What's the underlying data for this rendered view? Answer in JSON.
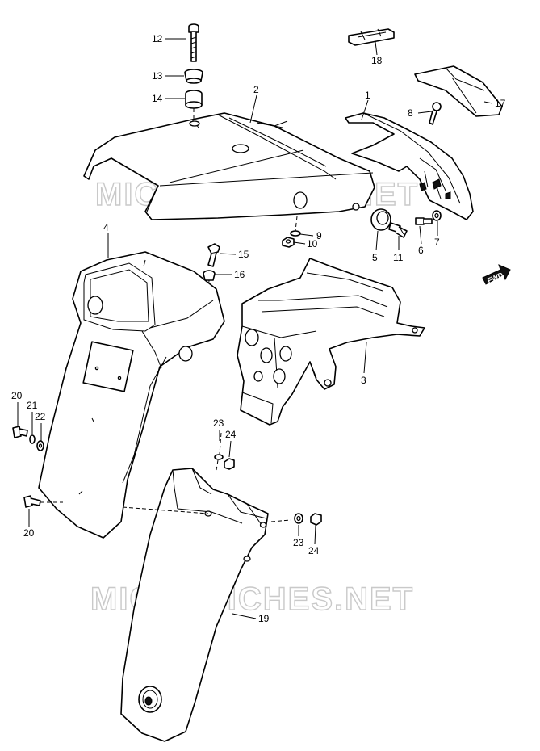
{
  "watermark": {
    "text": "MICROFICHES.NET",
    "color": "#c9c9c9"
  },
  "fwd_badge": {
    "label": "FWD"
  },
  "callouts": [
    {
      "id": "c1",
      "label": "1"
    },
    {
      "id": "c2",
      "label": "2"
    },
    {
      "id": "c3",
      "label": "3"
    },
    {
      "id": "c4",
      "label": "4"
    },
    {
      "id": "c5",
      "label": "5"
    },
    {
      "id": "c6",
      "label": "6"
    },
    {
      "id": "c7",
      "label": "7"
    },
    {
      "id": "c8",
      "label": "8"
    },
    {
      "id": "c9",
      "label": "9"
    },
    {
      "id": "c10",
      "label": "10"
    },
    {
      "id": "c11",
      "label": "11"
    },
    {
      "id": "c12",
      "label": "12"
    },
    {
      "id": "c13",
      "label": "13"
    },
    {
      "id": "c14",
      "label": "14"
    },
    {
      "id": "c15",
      "label": "15"
    },
    {
      "id": "c16",
      "label": "16"
    },
    {
      "id": "c17",
      "label": "17"
    },
    {
      "id": "c18",
      "label": "18"
    },
    {
      "id": "c19",
      "label": "19"
    },
    {
      "id": "c20a",
      "label": "20"
    },
    {
      "id": "c20b",
      "label": "20"
    },
    {
      "id": "c21",
      "label": "21"
    },
    {
      "id": "c22",
      "label": "22"
    },
    {
      "id": "c23a",
      "label": "23"
    },
    {
      "id": "c23b",
      "label": "23"
    },
    {
      "id": "c24a",
      "label": "24"
    },
    {
      "id": "c24b",
      "label": "24"
    }
  ]
}
